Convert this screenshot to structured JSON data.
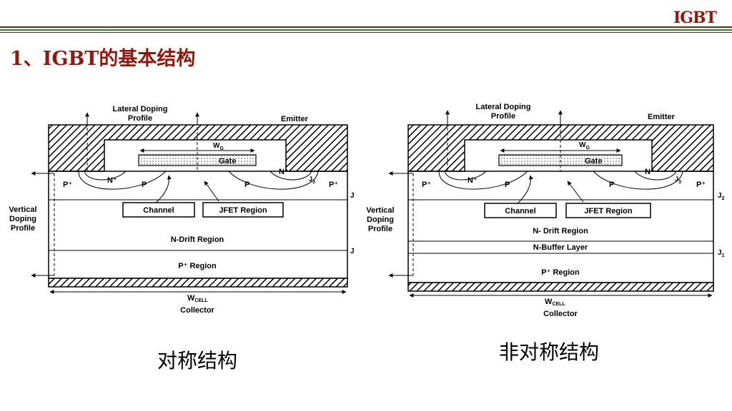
{
  "header": {
    "logo": "IGBT",
    "title": "1、IGBT的基本结构"
  },
  "diagram_left": {
    "lateral_doping_profile": [
      "Lateral Doping",
      "Profile"
    ],
    "emitter": "Emitter",
    "wg": "W",
    "wg_sub": "G",
    "gate": "Gate",
    "n_plus_left": "N⁺",
    "n_plus_right": "N⁺",
    "p_plus_left": "P⁺",
    "p_left": "P",
    "p_right": "P",
    "p_plus_right": "P⁺",
    "j3": "J",
    "j3_sub": "3",
    "j_upper": "J",
    "j_lower": "J",
    "channel": "Channel",
    "jfet_region": "JFET Region",
    "vertical_doping_profile": [
      "Vertical",
      "Doping",
      "Profile"
    ],
    "n_drift": "N-Drift Region",
    "p_plus_region": "P⁺ Region",
    "wcell": "W",
    "wcell_sub": "CELL",
    "collector": "Collector",
    "caption": "对称结构"
  },
  "diagram_right": {
    "lateral_doping_profile": [
      "Lateral Doping",
      "Profile"
    ],
    "emitter": "Emitter",
    "wg": "W",
    "wg_sub": "G",
    "gate": "Gate",
    "n_plus_left": "N⁺",
    "n_plus_right": "N⁺",
    "p_plus_left": "P⁺",
    "p_left": "P",
    "p_right": "P",
    "p_plus_right": "P⁺",
    "j3": "J",
    "j3_sub": "3",
    "j2": "J",
    "j2_sub": "2",
    "j1": "J",
    "j1_sub": "1",
    "channel": "Channel",
    "jfet_region": "JFET Region",
    "vertical_doping_profile": [
      "Vertical",
      "Doping",
      "Profile"
    ],
    "n_drift": "N- Drift Region",
    "n_buffer": "N-Buffer Layer",
    "p_plus_region": "P⁺ Region",
    "wcell": "W",
    "wcell_sub": "CELL",
    "collector": "Collector",
    "caption": "非对称结构"
  }
}
